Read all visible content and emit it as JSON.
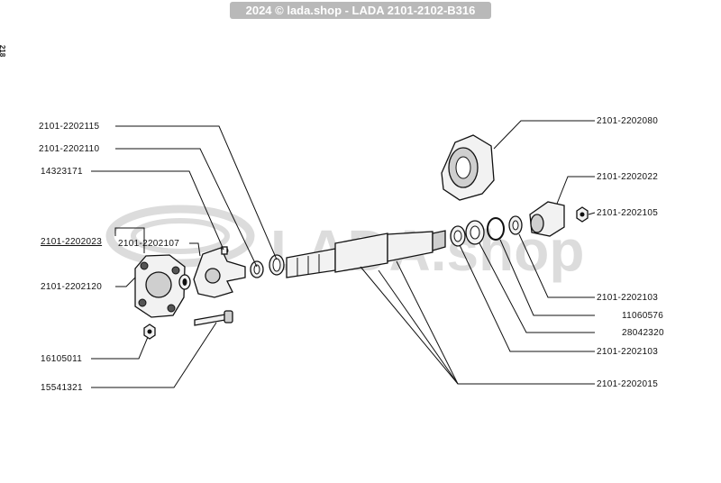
{
  "header": {
    "title": "2024 © lada.shop - LADA 2101-2102-B316"
  },
  "page_number": "218",
  "watermark": {
    "text": "LADA.shop"
  },
  "callouts": {
    "p2202115": "2101-2202115",
    "p2202110": "2101-2202110",
    "p14323171": "14323171",
    "p2202023": "2101-2202023",
    "p2202107": "2101-2202107",
    "p2202120": "2101-2202120",
    "p16105011": "16105011",
    "p15541321": "15541321",
    "p2202080": "2101-2202080",
    "p2202022": "2101-2202022",
    "p2202105": "2101-2202105",
    "p2202103a": "2101-2202103",
    "p11060576": "11060576",
    "p28042320": "28042320",
    "p2202103b": "2101-2202103",
    "p2202015": "2101-2202015"
  }
}
